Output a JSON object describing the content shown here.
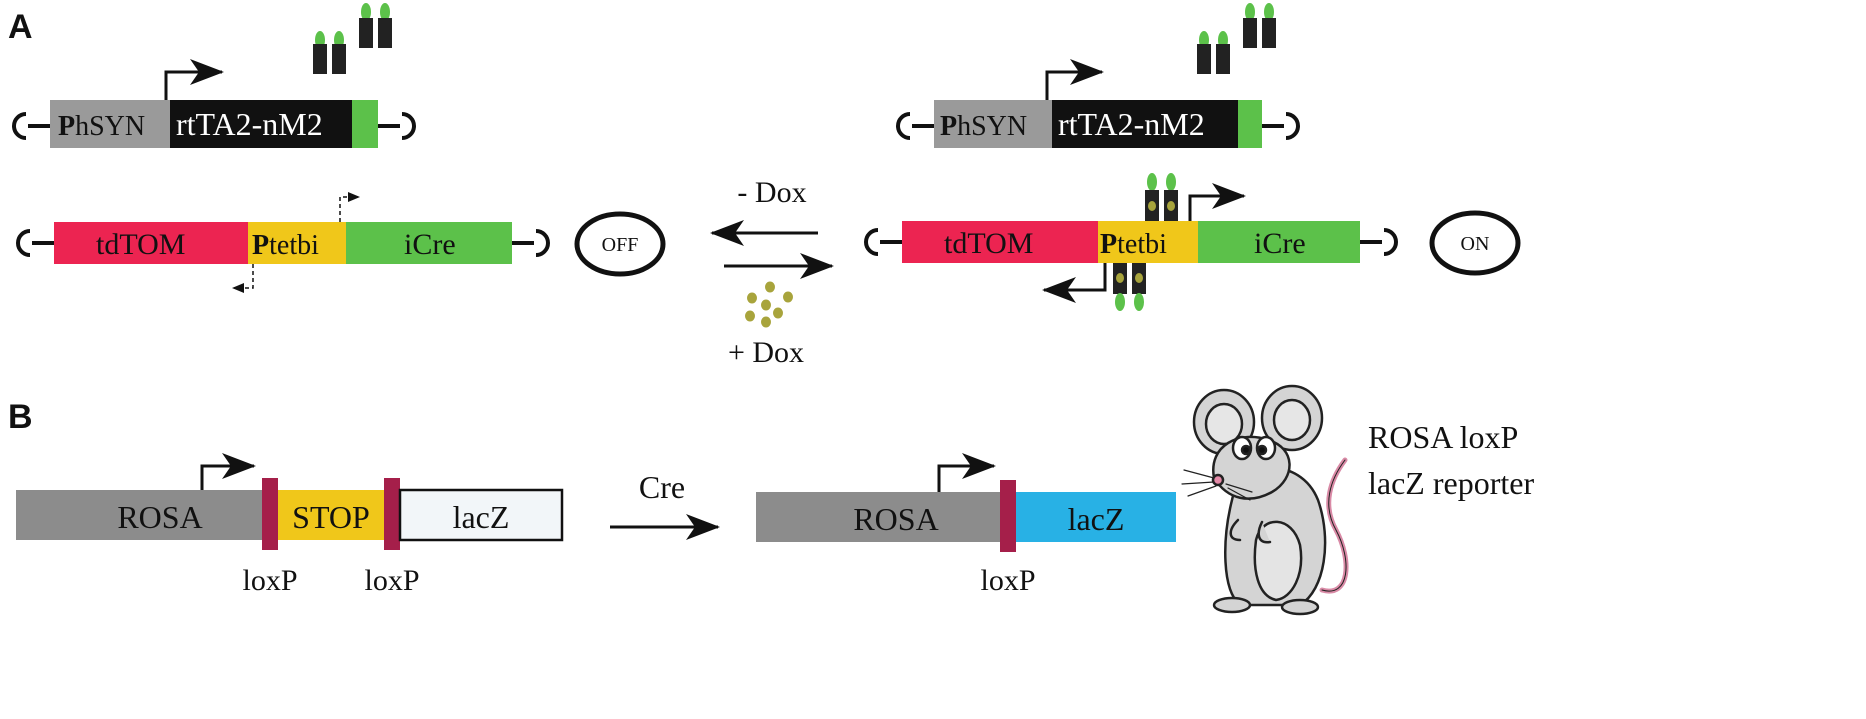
{
  "panels": {
    "a": {
      "label": "A"
    },
    "b": {
      "label": "B"
    }
  },
  "promoters": {
    "phsyn_bold": "P",
    "phsyn_rest": "hSYN",
    "ptetbi_bold": "P",
    "ptetbi_rest": "tetbi"
  },
  "genes": {
    "rtta": "rtTA2-nM2",
    "tdtom": "tdTOM",
    "icre": "iCre",
    "rosa": "ROSA",
    "stop": "STOP",
    "lacz": "lacZ"
  },
  "states": {
    "off": "OFF",
    "on": "ON"
  },
  "conditions": {
    "minus_dox": "- Dox",
    "plus_dox": "+ Dox",
    "cre": "Cre"
  },
  "sites": {
    "loxp": "loxP"
  },
  "reporter": {
    "line1": "ROSA loxP",
    "line2": "lacZ reporter"
  },
  "colors": {
    "gray_promoter": "#9a9a9a",
    "black_gene": "#111111",
    "green": "#5cc14a",
    "red": "#ec2451",
    "yellow": "#f0c71a",
    "rosa_gray": "#8c8c8c",
    "loxp_maroon": "#a51f4a",
    "lacz_blue": "#28b1e5",
    "dox_olive": "#a8a43c"
  }
}
